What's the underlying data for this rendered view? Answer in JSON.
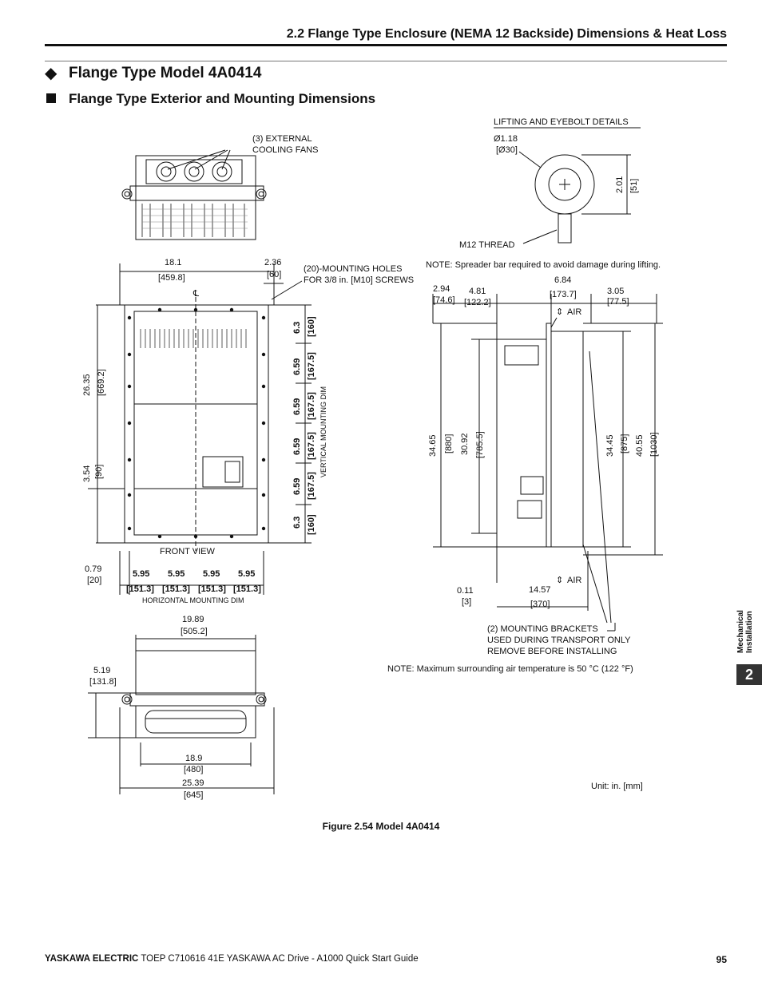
{
  "header": {
    "section_title": "2.2 Flange Type Enclosure (NEMA 12 Backside) Dimensions & Heat Loss"
  },
  "heading": {
    "model_title": "Flange Type Model 4A0414",
    "subtitle": "Flange Type Exterior and Mounting Dimensions"
  },
  "labels": {
    "cooling_fans_1": "(3) EXTERNAL",
    "cooling_fans_2": "COOLING FANS",
    "lifting_title": "LIFTING AND EYEBOLT DETAILS",
    "eyebolt_dia": "Ø1.18",
    "eyebolt_dia_mm": "[Ø30]",
    "eyebolt_h": "2.01",
    "eyebolt_h_mm": "[51]",
    "m12_thread": "M12 THREAD",
    "spreader_note": "NOTE: Spreader bar required to avoid damage during lifting.",
    "mount_holes_1": "(20)-MOUNTING HOLES",
    "mount_holes_2": "FOR 3/8 in. [M10] SCREWS",
    "front_view": "FRONT VIEW",
    "horizontal_dim": "HORIZONTAL MOUNTING DIM",
    "vertical_dim": "VERTICAL MOUNTING DIM",
    "air_top": "AIR",
    "air_bottom": "AIR",
    "brackets_1": "(2) MOUNTING BRACKETS",
    "brackets_2": "USED DURING TRANSPORT ONLY",
    "brackets_3": "REMOVE BEFORE INSTALLING",
    "temp_note": "NOTE: Maximum surrounding air temperature is 50 °C (122 °F)",
    "unit": "Unit: in. [mm]",
    "cl": "℄"
  },
  "dims": {
    "w18_1": "18.1",
    "w18_1_mm": "[459.8]",
    "w2_36": "2.36",
    "w2_36_mm": "[60]",
    "h26_35": "26.35",
    "h26_35_mm": "[669.2]",
    "h3_54": "3.54",
    "h3_54_mm": "[90]",
    "d0_79": "0.79",
    "d0_79_mm": "[20]",
    "hs": [
      "5.95",
      "5.95",
      "5.95",
      "5.95"
    ],
    "hs_mm": [
      "[151.3]",
      "[151.3]",
      "[151.3]",
      "[151.3]"
    ],
    "vs": [
      "6.3",
      "6.59",
      "6.59",
      "6.59",
      "6.59",
      "6.3"
    ],
    "vs_mm": [
      "[160]",
      "[167.5]",
      "[167.5]",
      "[167.5]",
      "[167.5]",
      "[160]"
    ],
    "s2_94": "2.94",
    "s2_94_mm": "[74.6]",
    "s4_81": "4.81",
    "s4_81_mm": "[122.2]",
    "s6_84": "6.84",
    "s6_84_mm": "[173.7]",
    "s3_05": "3.05",
    "s3_05_mm": "[77.5]",
    "s34_65": "34.65",
    "s34_65_mm": "[880]",
    "s30_92": "30.92",
    "s30_92_mm": "[785.5]",
    "s34_45": "34.45",
    "s34_45_mm": "[875]",
    "s40_55": "40.55",
    "s40_55_mm": "[1030]",
    "s0_11": "0.11",
    "s0_11_mm": "[3]",
    "s14_57": "14.57",
    "s14_57_mm": "[370]",
    "b19_89": "19.89",
    "b19_89_mm": "[505.2]",
    "b5_19": "5.19",
    "b5_19_mm": "[131.8]",
    "b18_9": "18.9",
    "b18_9_mm": "[480]",
    "b25_39": "25.39",
    "b25_39_mm": "[645]"
  },
  "caption": "Figure 2.54  Model 4A0414",
  "footer": {
    "brand": "YASKAWA ELECTRIC",
    "doc": " TOEP C710616 41E YASKAWA AC Drive - A1000 Quick Start Guide",
    "page": "95"
  },
  "side": {
    "chapter": "2",
    "label": "Mechanical Installation"
  }
}
